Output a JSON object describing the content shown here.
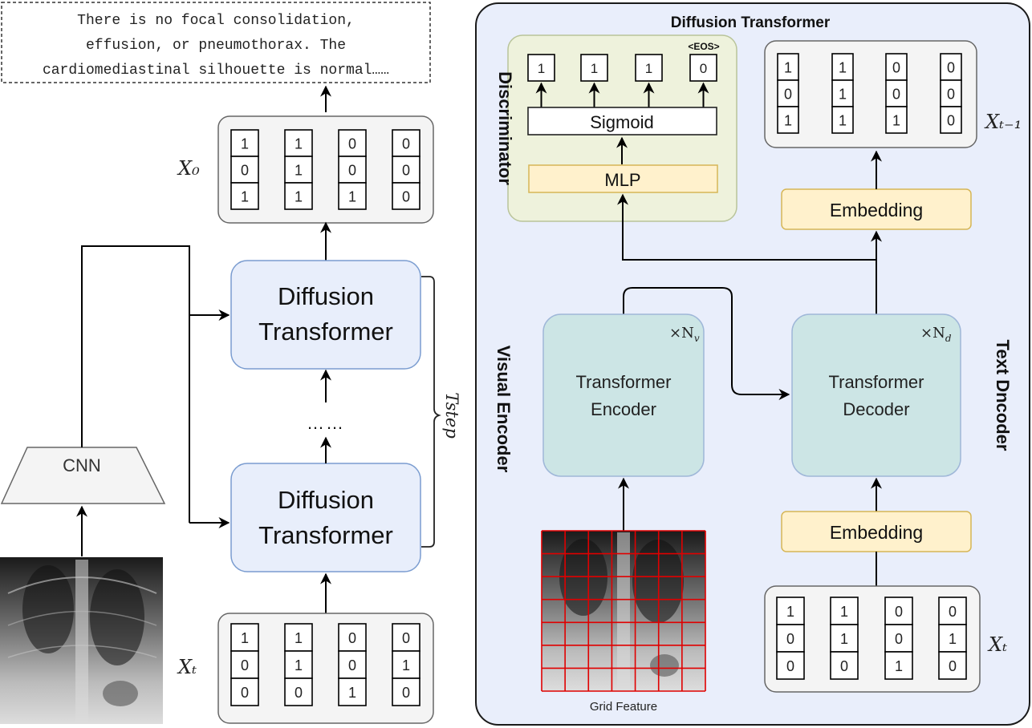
{
  "report_text": {
    "lines": [
      "There is no focal consolidation,",
      "effusion, or pneumothorax. The",
      "cardiomediastinal silhouette is normal……"
    ]
  },
  "left_pipeline": {
    "x0_label": "X₀",
    "x0_matrix": [
      [
        1,
        1,
        0,
        0
      ],
      [
        0,
        1,
        0,
        0
      ],
      [
        1,
        1,
        1,
        0
      ]
    ],
    "xt_label": "Xₜ",
    "xt_matrix": [
      [
        1,
        1,
        0,
        0
      ],
      [
        0,
        1,
        0,
        1
      ],
      [
        0,
        0,
        1,
        0
      ]
    ],
    "dt_top": {
      "line1": "Diffusion",
      "line2": "Transformer"
    },
    "dt_bottom": {
      "line1": "Diffusion",
      "line2": "Transformer"
    },
    "ellipsis": "……",
    "tstep_label": "Tstep",
    "cnn_label": "CNN",
    "xray_icon": "chest-xray-image"
  },
  "detail_panel": {
    "title": "Diffusion Transformer",
    "discriminator": {
      "side_label": "Discriminator",
      "outputs": [
        "1",
        "1",
        "1",
        "0"
      ],
      "eos_label": "<EOS>",
      "sigmoid_label": "Sigmoid",
      "mlp_label": "MLP"
    },
    "xt_minus_1_label": "Xₜ₋₁",
    "xt_minus_1_matrix": [
      [
        1,
        1,
        0,
        0
      ],
      [
        0,
        1,
        0,
        0
      ],
      [
        1,
        1,
        1,
        0
      ]
    ],
    "embedding_top_label": "Embedding",
    "visual_encoder": {
      "side_label": "Visual Encoder",
      "block_line1": "Transformer",
      "block_line2": "Encoder",
      "repeat_label": "×N",
      "repeat_sub": "v"
    },
    "text_decoder": {
      "side_label": "Text Dncoder",
      "block_line1": "Transformer",
      "block_line2": "Decoder",
      "repeat_label": "×N",
      "repeat_sub": "d"
    },
    "embedding_bottom_label": "Embedding",
    "grid_feature_label": "Grid Feature",
    "grid_color": "#e00000",
    "xt_label": "Xₜ",
    "xt_matrix": [
      [
        1,
        1,
        0,
        0
      ],
      [
        0,
        1,
        0,
        1
      ],
      [
        0,
        0,
        1,
        0
      ]
    ]
  }
}
